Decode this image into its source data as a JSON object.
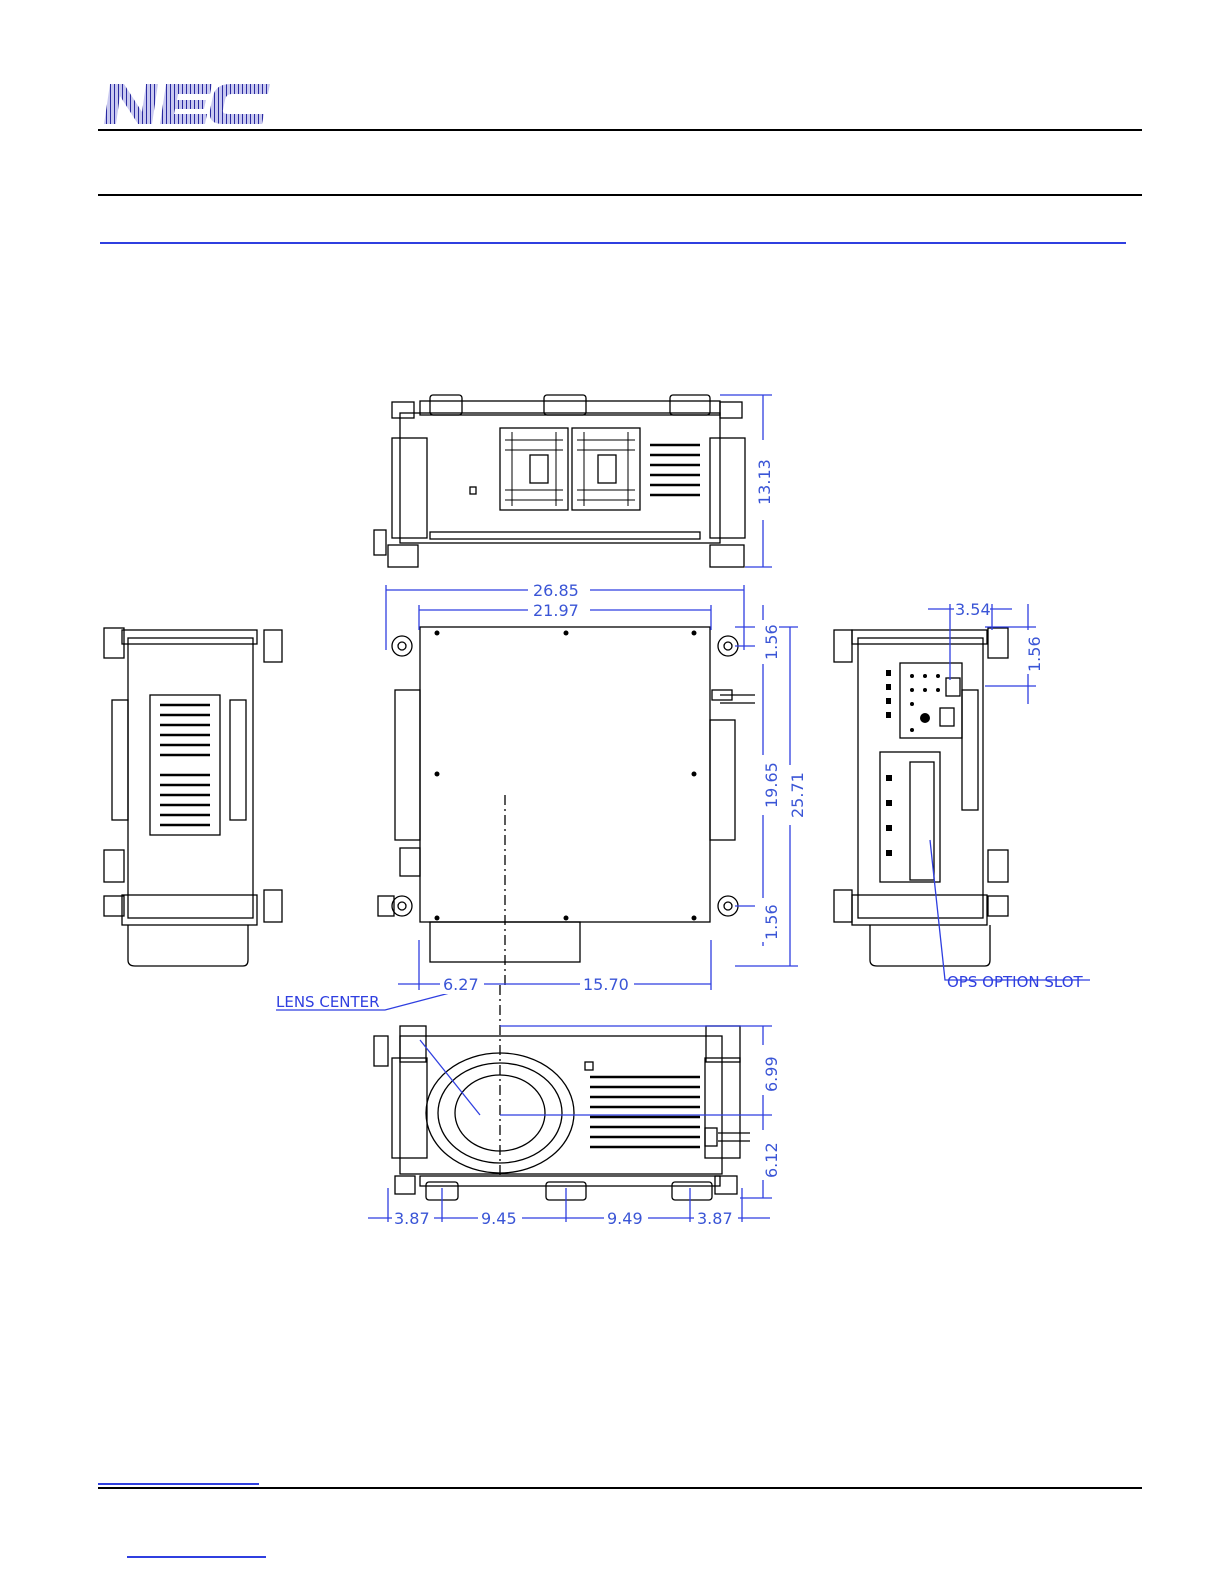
{
  "header": {
    "logo_text": "NEC",
    "logo_color": "#2a2aa0"
  },
  "drawing": {
    "line_color": "#000000",
    "dimension_color": "#2f3fe0",
    "top_view": {
      "height": "13.13"
    },
    "plan_view": {
      "overall_width": "26.85",
      "body_width": "21.97",
      "depth_body": "19.65",
      "depth_overall": "25.71",
      "foot_offset_top": "1.56",
      "foot_offset_bottom": "1.56",
      "lens_left": "6.27",
      "lens_right": "15.70",
      "lens_center_label": "LENS CENTER"
    },
    "side_view_right": {
      "offset_x": "3.54",
      "offset_y": "1.56",
      "ops_slot_label": "OPS OPTION SLOT"
    },
    "front_view": {
      "upper_height": "6.99",
      "lower_height": "6.12",
      "foot_spacing": [
        "3.87",
        "9.45",
        "9.49",
        "3.87"
      ]
    }
  }
}
